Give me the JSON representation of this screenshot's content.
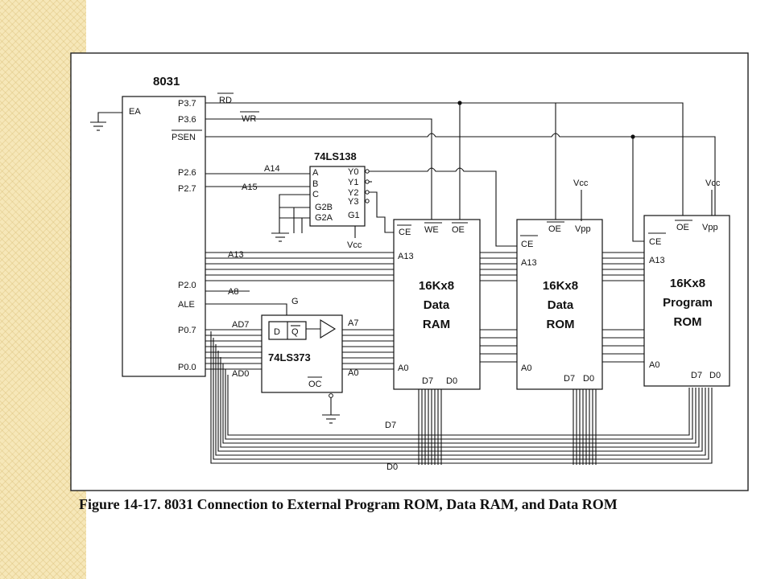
{
  "caption": "Figure 14-17. 8031 Connection to External Program ROM, Data RAM, and Data ROM",
  "cpu": {
    "name": "8031",
    "pins": {
      "ea": "EA",
      "p37": "P3.7",
      "p36": "P3.6",
      "psen": "PSEN",
      "p26": "P2.6",
      "p27": "P2.7",
      "p20": "P2.0",
      "ale": "ALE",
      "p07": "P0.7",
      "p00": "P0.0"
    }
  },
  "signals": {
    "rd": "RD",
    "wr": "WR",
    "a14": "A14",
    "a15": "A15",
    "a13": "A13",
    "a8": "A8",
    "ad7": "AD7",
    "ad0": "AD0",
    "a7": "A7",
    "a0": "A0",
    "g": "G",
    "d7": "D7",
    "d0": "D0"
  },
  "decoder": {
    "name": "74LS138",
    "pins": {
      "a": "A",
      "b": "B",
      "c": "C",
      "g2b": "G2B",
      "g2a": "G2A",
      "g1": "G1",
      "y0": "Y0",
      "y1": "Y1",
      "y2": "Y2",
      "y3": "Y3"
    },
    "vcc": "Vcc"
  },
  "latch": {
    "name": "74LS373",
    "d": "D",
    "q": "Q",
    "oc": "OC"
  },
  "ram": {
    "title": [
      "16Kx8",
      "Data",
      "RAM"
    ],
    "ce": "CE",
    "we": "WE",
    "oe": "OE",
    "a13": "A13",
    "a0": "A0",
    "d7": "D7",
    "d0": "D0"
  },
  "data_rom": {
    "title": [
      "16Kx8",
      "Data",
      "ROM"
    ],
    "ce": "CE",
    "oe": "OE",
    "vpp": "Vpp",
    "vcc": "Vcc",
    "a13": "A13",
    "a0": "A0",
    "d7": "D7",
    "d0": "D0"
  },
  "prog_rom": {
    "title": [
      "16Kx8",
      "Program",
      "ROM"
    ],
    "ce": "CE",
    "oe": "OE",
    "vpp": "Vpp",
    "vcc": "Vcc",
    "a13": "A13",
    "a0": "A0",
    "d7": "D7",
    "d0": "D0"
  },
  "bus_labels": {
    "d7": "D7",
    "d0": "D0"
  }
}
